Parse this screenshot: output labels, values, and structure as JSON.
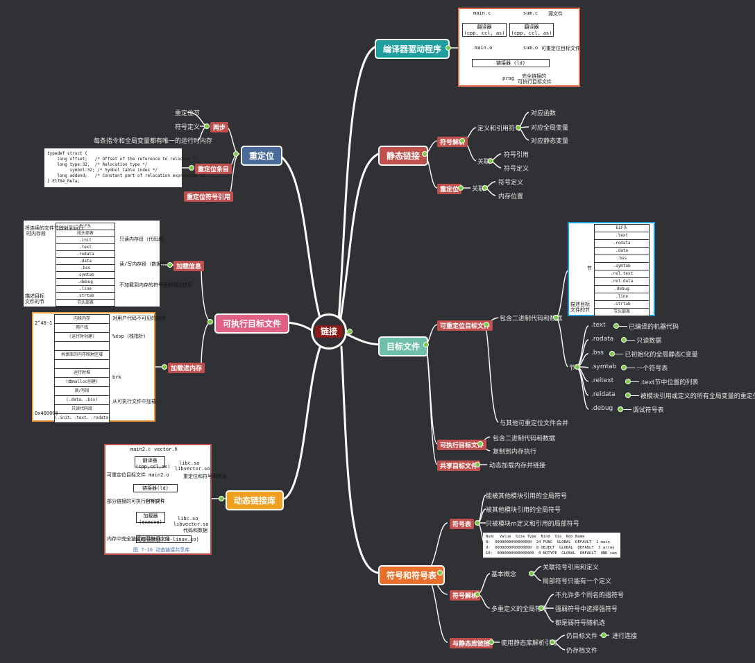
{
  "center": "链接",
  "branches": {
    "compiler": "编译器驱动程序",
    "static": "静态链接",
    "objfile": "目标文件",
    "symbols": "符号和符号表",
    "reloc": "重定位",
    "exec": "可执行目标文件",
    "dyn": "动态链接库"
  },
  "static_link": {
    "symres": "符号解析",
    "defref": "定义和引用符号",
    "func": "对应函数",
    "gvar": "对应全局变量",
    "svar": "对应静态变量",
    "assoc": "关联",
    "symref": "符号引用",
    "symdef": "符号定义",
    "reloc": "重定位",
    "assoc2": "关联",
    "symdef2": "符号定义",
    "memloc": "内存位置"
  },
  "objfile": {
    "relocatable": "可重定位目标文件",
    "contains": "包含二进制代码和数据",
    "section": "节",
    "combine": "与其他可重定位文件合并",
    "executable": "可执行目标文件",
    "contains2": "包含二进制代码和数据",
    "copy": "复制到内存执行",
    "shared": "共享目标文件",
    "dynload": "动态加载内存并链接",
    "sections": [
      {
        "name": ".text",
        "desc": "已编译的机器代码"
      },
      {
        "name": ".rodata",
        "desc": "只读数据"
      },
      {
        "name": ".bss",
        "desc": "已初始化的全局静态C变量"
      },
      {
        "name": ".symtab",
        "desc": "一个符号表"
      },
      {
        "name": ".reltext",
        "desc": ".text节中位置的列表"
      },
      {
        "name": ".reldata",
        "desc": "被模块引用或定义的所有全局变量的重定位信息"
      },
      {
        "name": ".debug",
        "desc": "调试符号表"
      }
    ]
  },
  "symbols": {
    "symtab": "符号表",
    "s1": "能被其他模块引用的全局符号",
    "s2": "被其他模块引用的全局符号",
    "s3": "只被模块m定义和引用的局部符号",
    "symres": "符号解析",
    "basic": "基本概念",
    "b1": "关联符号引用和定义",
    "b2": "局部符号只能有一个定义",
    "multi": "多重定义的全局符号",
    "m1": "不允许多个同名的强符号",
    "m2": "强弱符号中选择强符号",
    "m3": "都是弱符号随机选",
    "staticlib": "与静态库链接",
    "uselib": "使用静态库解析引用",
    "l1": "仍目标文件",
    "l2": "仍存档文件",
    "l3": "进行连接"
  },
  "reloc": {
    "steps": "两步",
    "r1": "重定位节",
    "r2": "符号定义",
    "r3": "每条指令和全局变量都有唯一的运行时内存",
    "entry": "重定位条目",
    "symref": "重定位符号引用"
  },
  "exec": {
    "loadinfo": "加载信息",
    "loadmem": "加载进内存"
  },
  "thumbs": {
    "compiler_top_left": "main.c",
    "compiler_top_right": "sum.c",
    "compiler_src": "源文件",
    "compiler_box1": "翻译器",
    "compiler_box1b": "(cpp, ccl, as)",
    "compiler_box2": "翻译器",
    "compiler_box2b": "(cpp, ccl, as)",
    "compiler_o1": "main.o",
    "compiler_o2": "sum.o",
    "compiler_reloc": "可重定位目标文件",
    "compiler_linker": "链接器 (ld)",
    "compiler_prog": "prog",
    "compiler_exec": "完全链接的",
    "compiler_exec2": "可执行目标文件",
    "elf_sections": [
      "ELF头",
      ".text",
      ".rodata",
      ".data",
      ".bss",
      ".symtab",
      ".rel.text",
      ".rel.data",
      ".debug",
      ".line",
      ".strtab",
      "节头部表"
    ],
    "elf_left": "节",
    "elf_left2": "描述目标",
    "elf_left3": "文件的节",
    "reloc_code": [
      "typedef struct {",
      "    long offset;   /* Offset of the reference to relocate */",
      "    long type:32,  /* Relocation type */",
      "         symbol:32; /* Symbol table index */",
      "    long addend;   /* Constant part of relocation expression */",
      "} Elf64_Rela;"
    ],
    "exec_sections": [
      "ELF头",
      "段头部表",
      ".init",
      ".text",
      ".rodata",
      ".data",
      ".bss",
      ".symtab",
      ".debug",
      ".line",
      ".strtab",
      "节头部表"
    ],
    "exec_left1": "将连续的文件节映射到运行",
    "exec_left2": "时内存段",
    "exec_left3": "描述目标",
    "exec_left4": "文件的节",
    "exec_right1": "只读内存段（代码段）",
    "exec_right2": "读/写内存段（数据段）",
    "exec_right3": "不加载到内存的符号表和调试信息",
    "mem_blocks": [
      "内核内存",
      "用户栈",
      "(运行时创建)",
      "",
      "共享库的内存映射区域",
      "",
      "运行时堆",
      "(由malloc创建)",
      "读/写段",
      "(.data、.bss)",
      "只读代码段",
      "(.init、.text、.rodata)"
    ],
    "mem_right1": "对用户代码不可见的内存",
    "mem_right2": "%esp（栈指针）",
    "mem_right3": "brk",
    "mem_right4": "从可执行文件中加载",
    "mem_top": "2^48-1",
    "mem_bottom": "0x400000",
    "dyn_top1": "main2.c",
    "dyn_top2": "vector.h",
    "dyn_box1": "翻译器",
    "dyn_box1b": "(cpp,ccl,as)",
    "dyn_lib1": "libc.so",
    "dyn_lib2": "libvector.so",
    "dyn_reloc": "可重定位目标文件 main2.o",
    "dyn_reloc2": "重定位和符号表信息",
    "dyn_linker": "链接器(ld)",
    "dyn_prog": "prog2l",
    "dyn_partial": "部分链接的可执行目标文件",
    "dyn_loader": "加载器",
    "dyn_loader2": "(execve)",
    "dyn_lib3": "libc.so",
    "dyn_lib4": "libvector.so",
    "dyn_code": "代码和数据",
    "dyn_full": "内存中完全链接的可执行文件",
    "dyn_dynlinker": "动态链接器(ld-linux.so)",
    "dyn_caption": "图 7-16  动态链接共享库",
    "sym_header": [
      "Num:",
      "Value",
      "Size Type",
      "Bind",
      "Vis",
      "Ndx Name"
    ],
    "sym_rows": [
      [
        "8:",
        "0000000000000000",
        "24 FUNC",
        "GLOBAL",
        "DEFAULT",
        "1 main"
      ],
      [
        "9:",
        "0000000000000000",
        "8 OBJECT",
        "GLOBAL",
        "DEFAULT",
        "3 array"
      ],
      [
        "10:",
        "0000000000000000",
        "0 NOTYPE",
        "GLOBAL",
        "DEFAULT",
        "UND sum"
      ]
    ]
  }
}
